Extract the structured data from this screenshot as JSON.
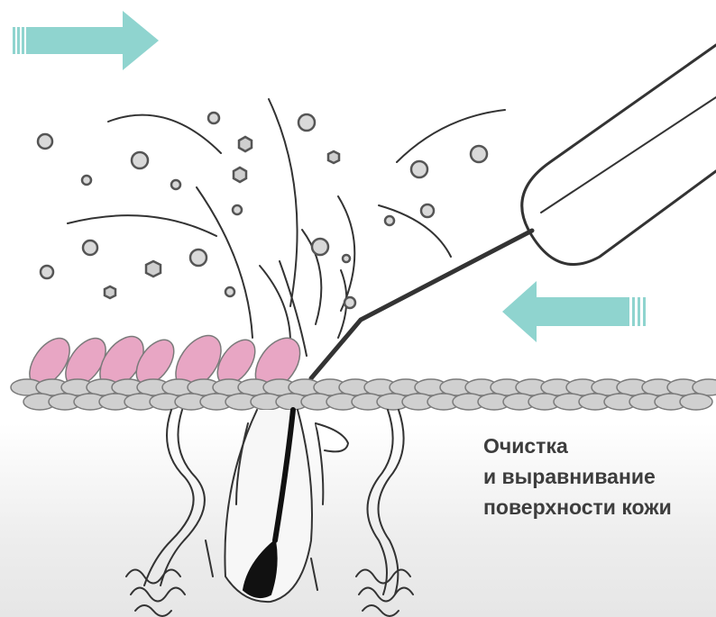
{
  "caption": {
    "line1": "Очистка",
    "line2": "и выравнивание",
    "line3": "поверхности кожи"
  },
  "colors": {
    "arrow": "#8fd4cf",
    "keratinocyte": "#e8a6c4",
    "skin_cell": "#cfcfcf",
    "particle": "#d6d6d6",
    "outline": "#333333",
    "caption_text": "#3d3d3d"
  },
  "icons": {
    "top_arrow": "arrow-right-icon",
    "side_arrow": "arrow-left-icon",
    "instrument": "ultrasonic-spatula-icon"
  }
}
